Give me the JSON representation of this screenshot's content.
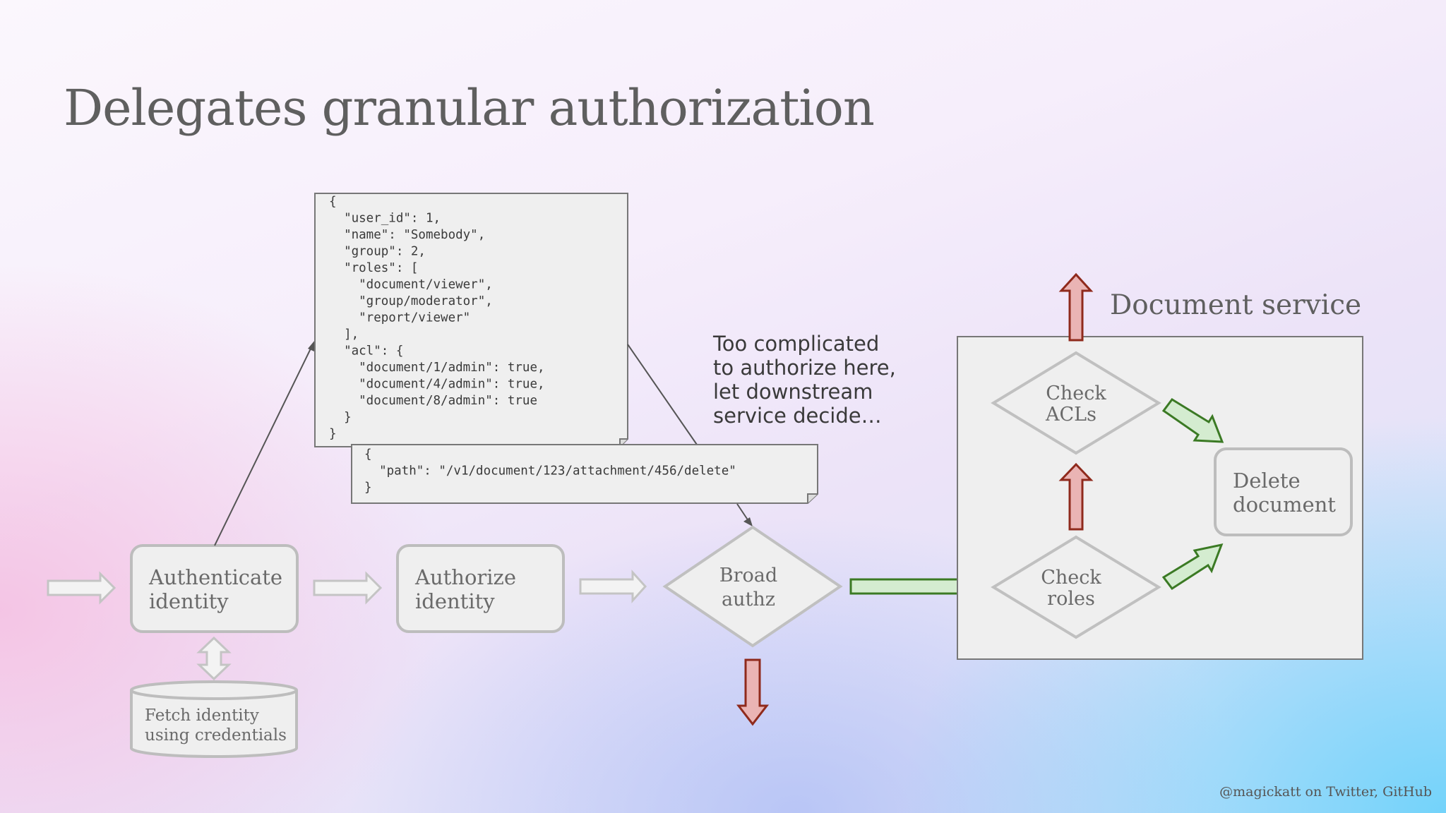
{
  "title": "Delegates granular authorization",
  "nodes": {
    "authenticate": {
      "line1": "Authenticate",
      "line2": "identity"
    },
    "fetch": {
      "line1": "Fetch identity",
      "line2": "using credentials"
    },
    "authorize": {
      "line1": "Authorize",
      "line2": "identity"
    },
    "broad_authz": {
      "line1": "Broad",
      "line2": "authz"
    },
    "check_acls": {
      "line1": "Check",
      "line2": "ACLs"
    },
    "check_roles": {
      "line1": "Check",
      "line2": "roles"
    },
    "delete_document": {
      "line1": "Delete",
      "line2": "document"
    }
  },
  "identity_doc": {
    "lines": [
      "{",
      "  \"user_id\": 1,",
      "  \"name\": \"Somebody\",",
      "  \"group\": 2,",
      "  \"roles\": [",
      "    \"document/viewer\",",
      "    \"group/moderator\",",
      "    \"report/viewer\"",
      "  ],",
      "  \"acl\": {",
      "    \"document/1/admin\": true,",
      "    \"document/4/admin\": true,",
      "    \"document/8/admin\": true",
      "  }",
      "}"
    ]
  },
  "request_doc": {
    "lines": [
      "{",
      "  \"path\": \"/v1/document/123/attachment/456/delete\"",
      "}"
    ]
  },
  "note": {
    "lines": [
      "Too complicated",
      "to authorize here,",
      "let downstream",
      "service decide…"
    ]
  },
  "service": {
    "title": "Document service"
  },
  "credit": "@magickatt on Twitter, GitHub",
  "colors": {
    "node_fill": "#efefef",
    "node_stroke": "#bdbdbd",
    "allow_fill": "#d4ecd0",
    "allow_stroke": "#3b7a24",
    "deny_fill": "#eab4b4",
    "deny_stroke": "#8f2a1c"
  }
}
